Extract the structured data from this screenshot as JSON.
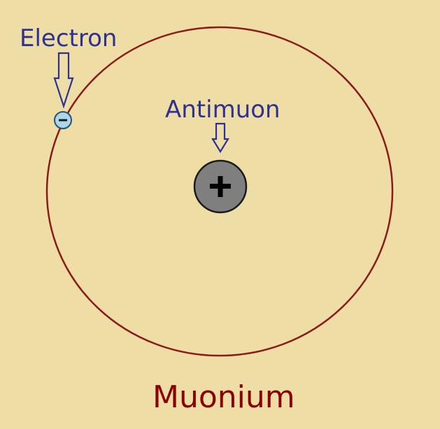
{
  "diagram": {
    "title": "Muonium",
    "labels": {
      "electron": "Electron",
      "antimuon": "Antimuon"
    },
    "charges": {
      "electron": "−",
      "antimuon": "+"
    },
    "icons": {
      "arrow": "down-arrow-icon"
    },
    "colors": {
      "background": "#EEDEA6",
      "orbit": "#8B1A1A",
      "label_text": "#2E3192",
      "title_text": "#8B0000",
      "antimuon_fill": "#7F7F7F",
      "electron_fill": "#A8D8EA"
    }
  }
}
